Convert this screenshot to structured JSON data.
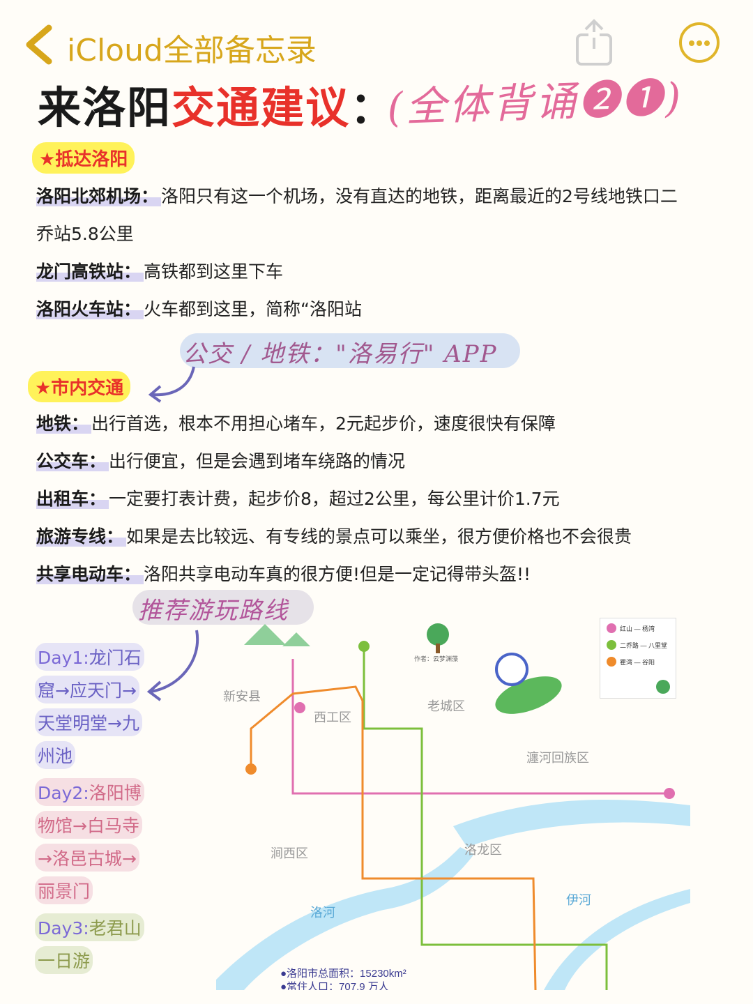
{
  "topbar": {
    "back_label": "iCloud全部备忘录"
  },
  "title": {
    "part1": "来洛阳",
    "part2": "交通建议",
    "colon": "：",
    "handwritten": "(全体背诵❷❶)"
  },
  "section1": {
    "tag": "★抵达洛阳",
    "items": [
      {
        "key": "洛阳北郊机场：",
        "value": "洛阳只有这一个机场，没有直达的地铁，距离最近的2号线地铁口二"
      },
      {
        "key": "",
        "value": "乔站5.8公里"
      },
      {
        "key": "龙门高铁站：",
        "value": "高铁都到这里下车"
      },
      {
        "key": "洛阳火车站：",
        "value": "火车都到这里，简称“洛阳站"
      }
    ]
  },
  "note_bus": "公交 / 地铁：\"洛易行\" APP",
  "section2": {
    "tag": "★市内交通",
    "items": [
      {
        "key": "地铁：",
        "value": "出行首选，根本不用担心堵车，2元起步价，速度很快有保障"
      },
      {
        "key": "公交车：",
        "value": "出行便宜，但是会遇到堵车绕路的情况"
      },
      {
        "key": "出租车：",
        "value": "一定要打表计费，起步价8，超过2公里，每公里计价1.7元"
      },
      {
        "key": "旅游专线：",
        "value": "如果是去比较远、有专线的景点可以乘坐，很方便价格也不会很贵"
      },
      {
        "key": "共享电动车：",
        "value": "洛阳共享电动车真的很方便!但是一定记得带头盔!!"
      }
    ]
  },
  "route_note": "推荐游玩路线",
  "days": [
    {
      "label": "Day1:",
      "lines": [
        "龙门石",
        "窟→应天门→",
        "天堂明堂→九",
        "州池"
      ]
    },
    {
      "label": "Day2:",
      "lines": [
        "洛阳博",
        "物馆→白马寺",
        "→洛邑古城→",
        "丽景门"
      ]
    },
    {
      "label": "Day3:",
      "lines": [
        "老君山",
        "一日游"
      ]
    }
  ],
  "map": {
    "districts": [
      "新安县",
      "西工区",
      "老城区",
      "瀍河回族区",
      "涧西区",
      "洛龙区"
    ],
    "rivers": [
      "洛河",
      "伊河"
    ],
    "author": "作者：云梦渊藻",
    "legend": [
      "红山 — 杨湾",
      "二乔路 — 八里堂",
      "瞿湾 — 谷阳"
    ],
    "footer": [
      "●洛阳市总面积：15230km²",
      "●常住人口：707.9 万人"
    ]
  },
  "colors": {
    "accent": "#d7a61b",
    "red": "#e8312a",
    "line1": "#e06fb0",
    "line2": "#7cbf3c",
    "line3": "#ef8b2c"
  }
}
